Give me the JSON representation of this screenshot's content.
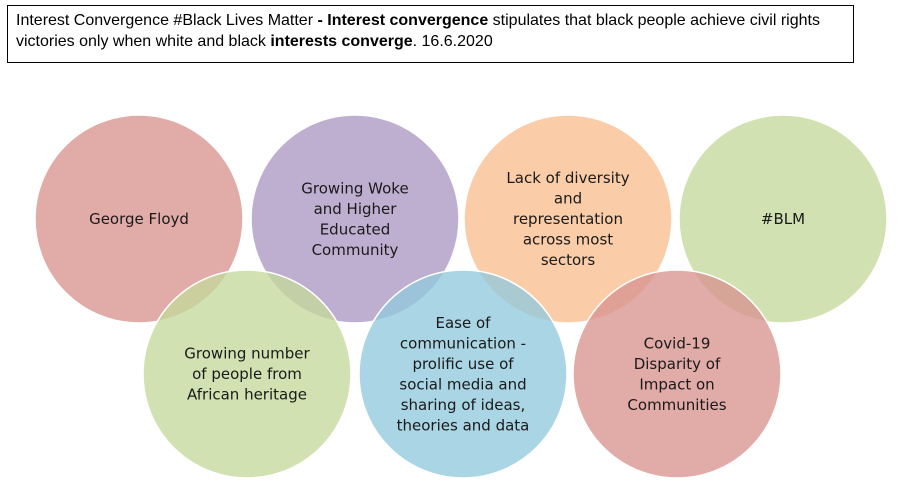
{
  "header": {
    "part1": "Interest Convergence #Black Lives Matter ",
    "part2": "- Interest convergence",
    "part3": " stipulates that black people achieve civil rights victories only when white and black ",
    "part4": "interests converge",
    "part5": ". 16.6.2020"
  },
  "circles": [
    {
      "id": "george-floyd",
      "lines": [
        "George Floyd"
      ],
      "color": "#d9938f"
    },
    {
      "id": "growing-woke",
      "lines": [
        "Growing Woke",
        "and Higher",
        "Educated",
        "Community"
      ],
      "color": "#ac98c4"
    },
    {
      "id": "lack-diversity",
      "lines": [
        "Lack of diversity",
        "and",
        "representation",
        "across most",
        "sectors"
      ],
      "color": "#f9bf90"
    },
    {
      "id": "blm",
      "lines": [
        "#BLM"
      ],
      "color": "#c4d99b"
    },
    {
      "id": "african-heritage",
      "lines": [
        "Growing number",
        "of people from",
        "African heritage"
      ],
      "color": "#c4d99b"
    },
    {
      "id": "ease-communication",
      "lines": [
        "Ease of",
        "communication -",
        "prolific use of",
        "social media and",
        "sharing of ideas,",
        "theories and data"
      ],
      "color": "#92c9dc"
    },
    {
      "id": "covid",
      "lines": [
        "Covid-19",
        "Disparity of",
        "Impact on",
        "Communities"
      ],
      "color": "#d9938f"
    }
  ]
}
